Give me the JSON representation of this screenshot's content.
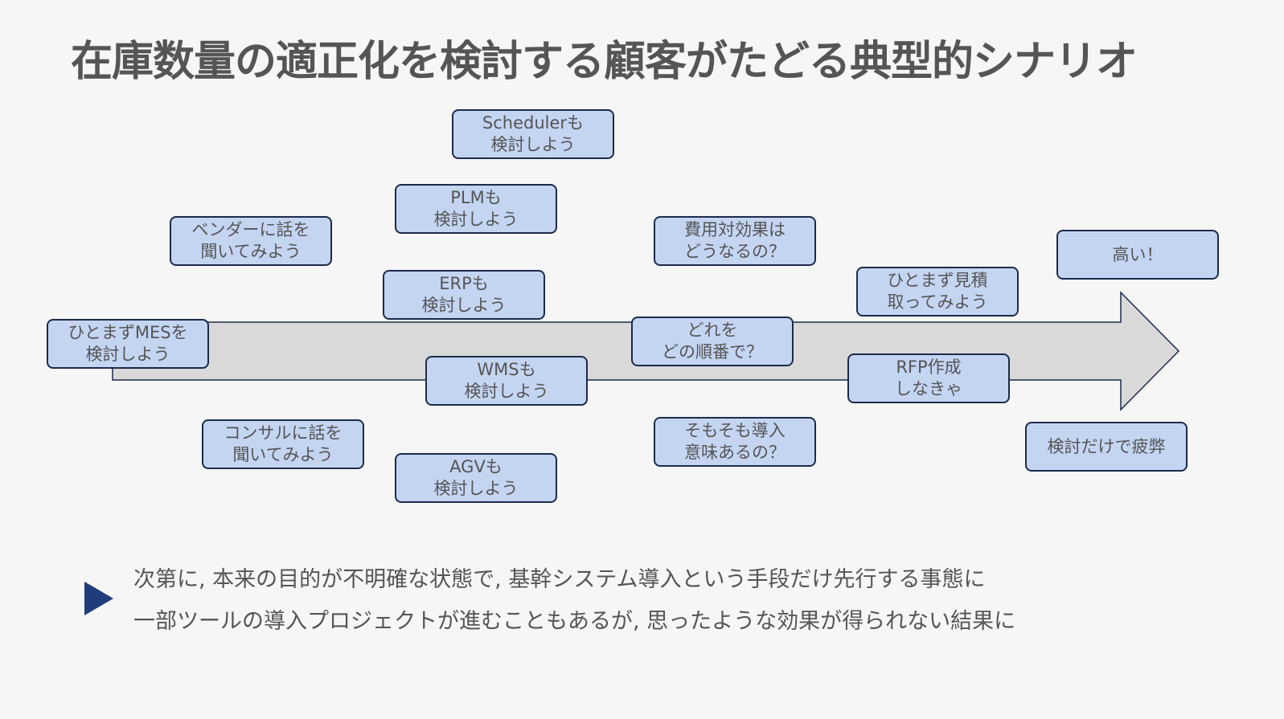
{
  "title": "在庫数量の適正化を検討する顧客がたどる典型的シナリオ",
  "colors": {
    "box_fill": "#c4d5f2",
    "box_border": "#1c2a4a",
    "arrow_fill": "#d9d9d9",
    "bullet": "#1f3d7a",
    "text": "#555555"
  },
  "steps": [
    {
      "label": "ひとまずMESを\n検討しよう"
    },
    {
      "label": "ベンダーに話を\n聞いてみよう"
    },
    {
      "label": "コンサルに話を\n聞いてみよう"
    },
    {
      "label": "Schedulerも\n検討しよう"
    },
    {
      "label": "PLMも\n検討しよう"
    },
    {
      "label": "ERPも\n検討しよう"
    },
    {
      "label": "WMSも\n検討しよう"
    },
    {
      "label": "AGVも\n検討しよう"
    },
    {
      "label": "費用対効果は\nどうなるの？"
    },
    {
      "label": "どれを\nどの順番で？"
    },
    {
      "label": "そもそも導入\n意味あるの？"
    },
    {
      "label": "ひとまず見積\n取ってみよう"
    },
    {
      "label": "RFP作成\nしなきゃ"
    },
    {
      "label": "高い！"
    },
    {
      "label": "検討だけで疲弊"
    }
  ],
  "conclusion": {
    "line1": "次第に, 本来の目的が不明確な状態で, 基幹システム導入という手段だけ先行する事態に",
    "line2": "一部ツールの導入プロジェクトが進むこともあるが, 思ったような効果が得られない結果に"
  }
}
